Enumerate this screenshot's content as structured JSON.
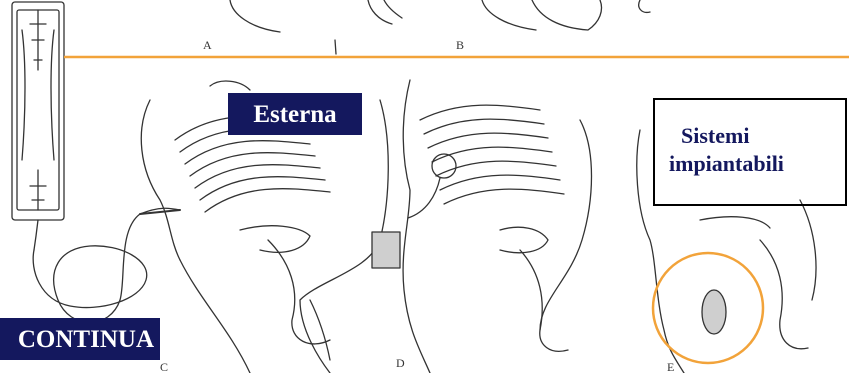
{
  "labels": {
    "esterna": "Esterna",
    "continua": "CONTINUA",
    "sistemi_line1": "Sistemi",
    "sistemi_line2": "impiantabili"
  },
  "figure_letters": [
    "A",
    "B",
    "C",
    "D",
    "E"
  ],
  "colors": {
    "accent_line": "#f2a33a",
    "label_box": "#14185e",
    "label_text": "#14185e",
    "highlight_circle": "#f2a33a",
    "drawing_stroke": "#333333"
  }
}
